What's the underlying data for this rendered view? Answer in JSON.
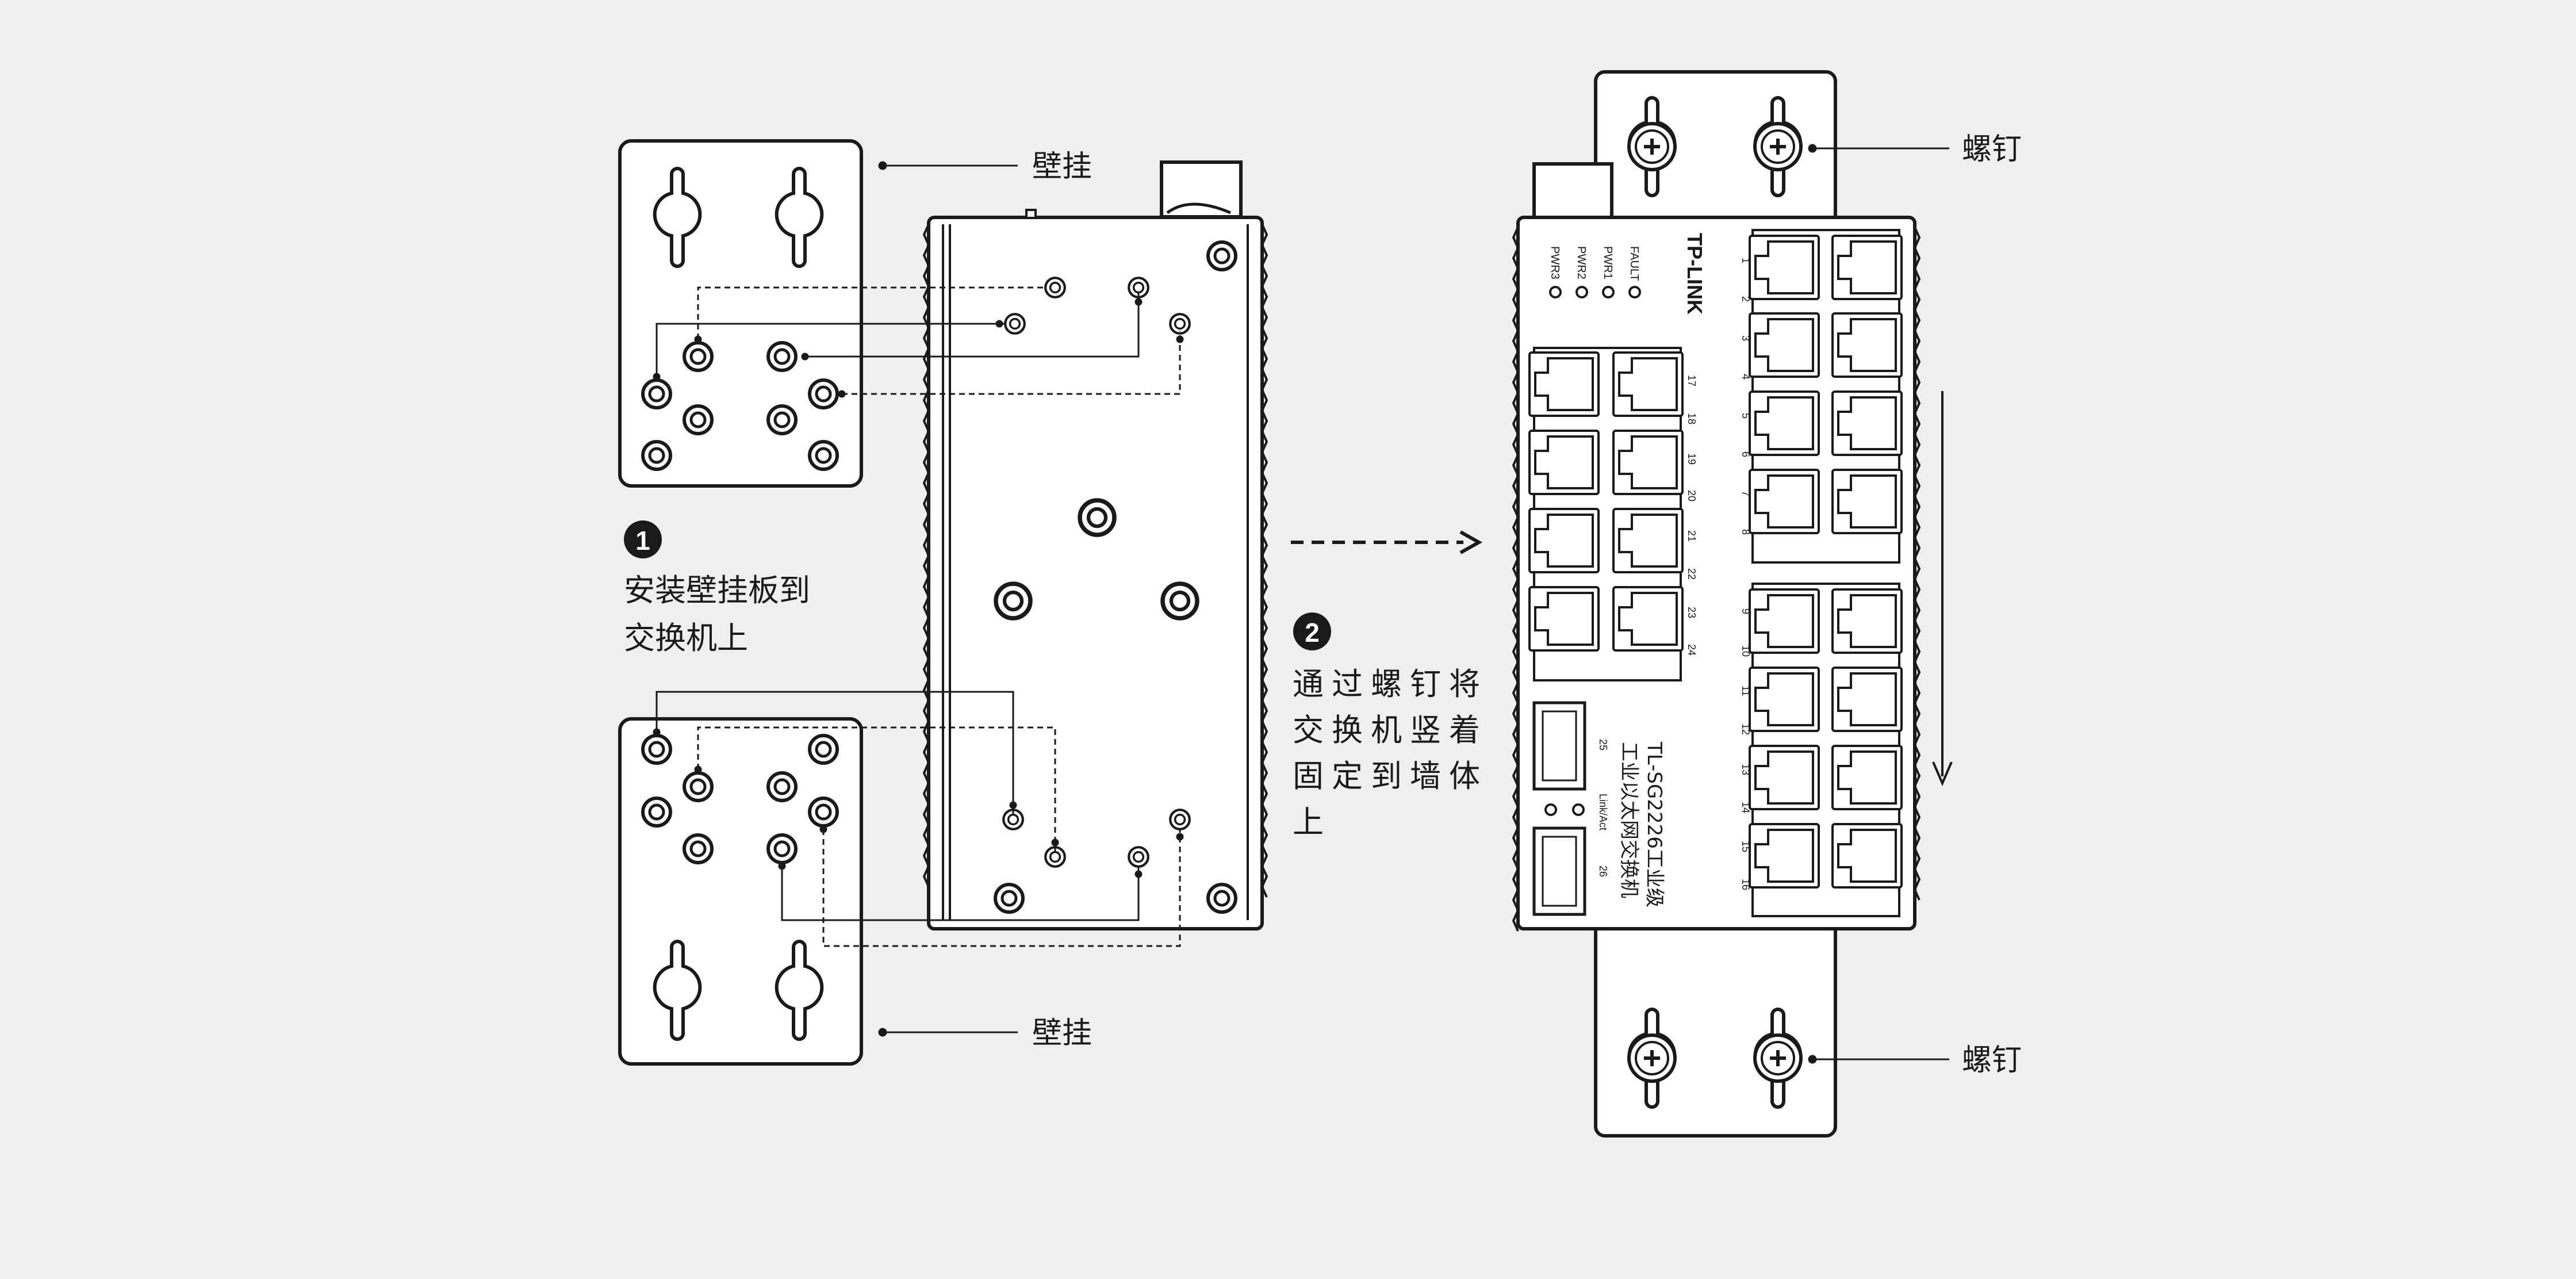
{
  "labels": {
    "wall_mount_top": "壁挂",
    "wall_mount_bottom": "壁挂",
    "screw_top": "螺钉",
    "screw_bottom": "螺钉"
  },
  "steps": [
    {
      "number": "1",
      "lines": [
        "安装壁挂板到",
        "交换机上"
      ]
    },
    {
      "number": "2",
      "lines": [
        "通过螺钉将",
        "交换机竖着",
        "固定到墙体",
        "上"
      ]
    }
  ],
  "device": {
    "brand": "TP-LINK",
    "model_line1": "TL-SG2226工业级",
    "model_line2": "工业以太网交换机",
    "leds": [
      "FAULT",
      "PWR1",
      "PWR2",
      "PWR3"
    ],
    "link_act": "Link/Act",
    "sfp_ports": [
      "25",
      "26"
    ],
    "left_ports": [
      "17",
      "18",
      "19",
      "20",
      "21",
      "22",
      "23",
      "24"
    ],
    "right_ports_top": [
      "1",
      "2",
      "3",
      "4",
      "5",
      "6",
      "7",
      "8"
    ],
    "right_ports_bottom": [
      "9",
      "10",
      "11",
      "12",
      "13",
      "14",
      "15",
      "16"
    ]
  },
  "colors": {
    "line": "#1a1a1a",
    "background": "#efefef",
    "panel": "#ffffff"
  }
}
